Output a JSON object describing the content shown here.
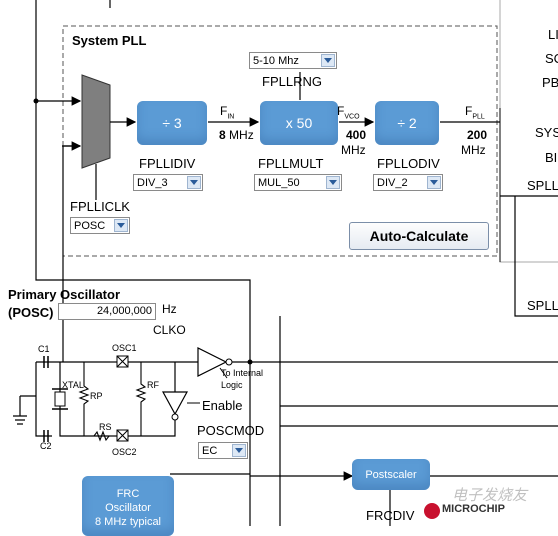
{
  "pll": {
    "title": "System PLL",
    "input_select": {
      "label": "FPLLICLK",
      "value": "POSC"
    },
    "div_block": {
      "symbol": "÷ 3",
      "label": "FPLLIDIV",
      "value": "DIV_3"
    },
    "fin": {
      "name": "F",
      "sub": "IN",
      "value": "8",
      "unit": "MHz"
    },
    "mul_block": {
      "symbol": "x 50",
      "label": "FPLLMULT",
      "value": "MUL_50"
    },
    "range": {
      "label": "FPLLRNG",
      "value": "5-10 Mhz"
    },
    "fvco": {
      "name": "F",
      "sub": "VCO",
      "value": "400",
      "unit": "MHz"
    },
    "odiv_block": {
      "symbol": "÷ 2",
      "label": "FPLLODIV",
      "value": "DIV_2"
    },
    "fpll": {
      "name": "F",
      "sub": "PLL",
      "value": "200",
      "unit": "MHz"
    },
    "auto_button": "Auto-Calculate"
  },
  "right_panel": {
    "items": [
      "LI",
      "SC",
      "PB",
      "SYS",
      "BI"
    ],
    "spll_labels": [
      "SPLL",
      "SPLL"
    ]
  },
  "oscillator": {
    "title": "Primary Oscillator",
    "subtitle": "(POSC)",
    "frequency": "24,000,000",
    "unit": "Hz",
    "clko": "CLKO",
    "c1": "C1",
    "c2": "C2",
    "xtal": "XTAL",
    "rp": "RP",
    "rs": "RS",
    "rf": "RF",
    "osc1": "OSC1",
    "osc2": "OSC2",
    "to_internal": "To Internal",
    "logic": "Logic",
    "enable": "Enable",
    "poscmod_label": "POSCMOD",
    "poscmod_value": "EC"
  },
  "frc": {
    "line1": "FRC",
    "line2": "Oscillator",
    "line3": "8 MHz typical"
  },
  "postscaler": {
    "label": "Postscaler",
    "div_label": "FRCDIV"
  },
  "watermark": {
    "brand": "MICROCHIP",
    "site": "电子发烧友"
  },
  "colors": {
    "block_blue": "#5b9bd5",
    "mux_gray": "#808080",
    "brand_red": "#c8102e"
  }
}
